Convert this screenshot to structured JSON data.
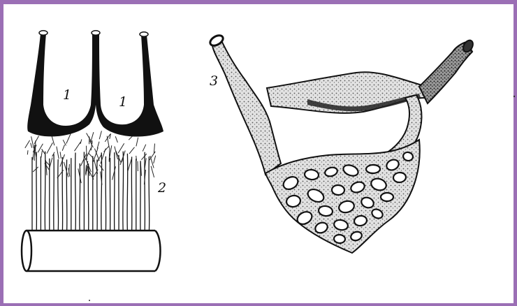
{
  "figure": {
    "labels": {
      "loop_a": "1",
      "loop_b": "1",
      "capillaries": "2",
      "network": "3"
    },
    "colors": {
      "frame": "#9b6fb5",
      "ink": "#111111",
      "paper": "#ffffff",
      "stipple": "#d9d9d9"
    }
  }
}
